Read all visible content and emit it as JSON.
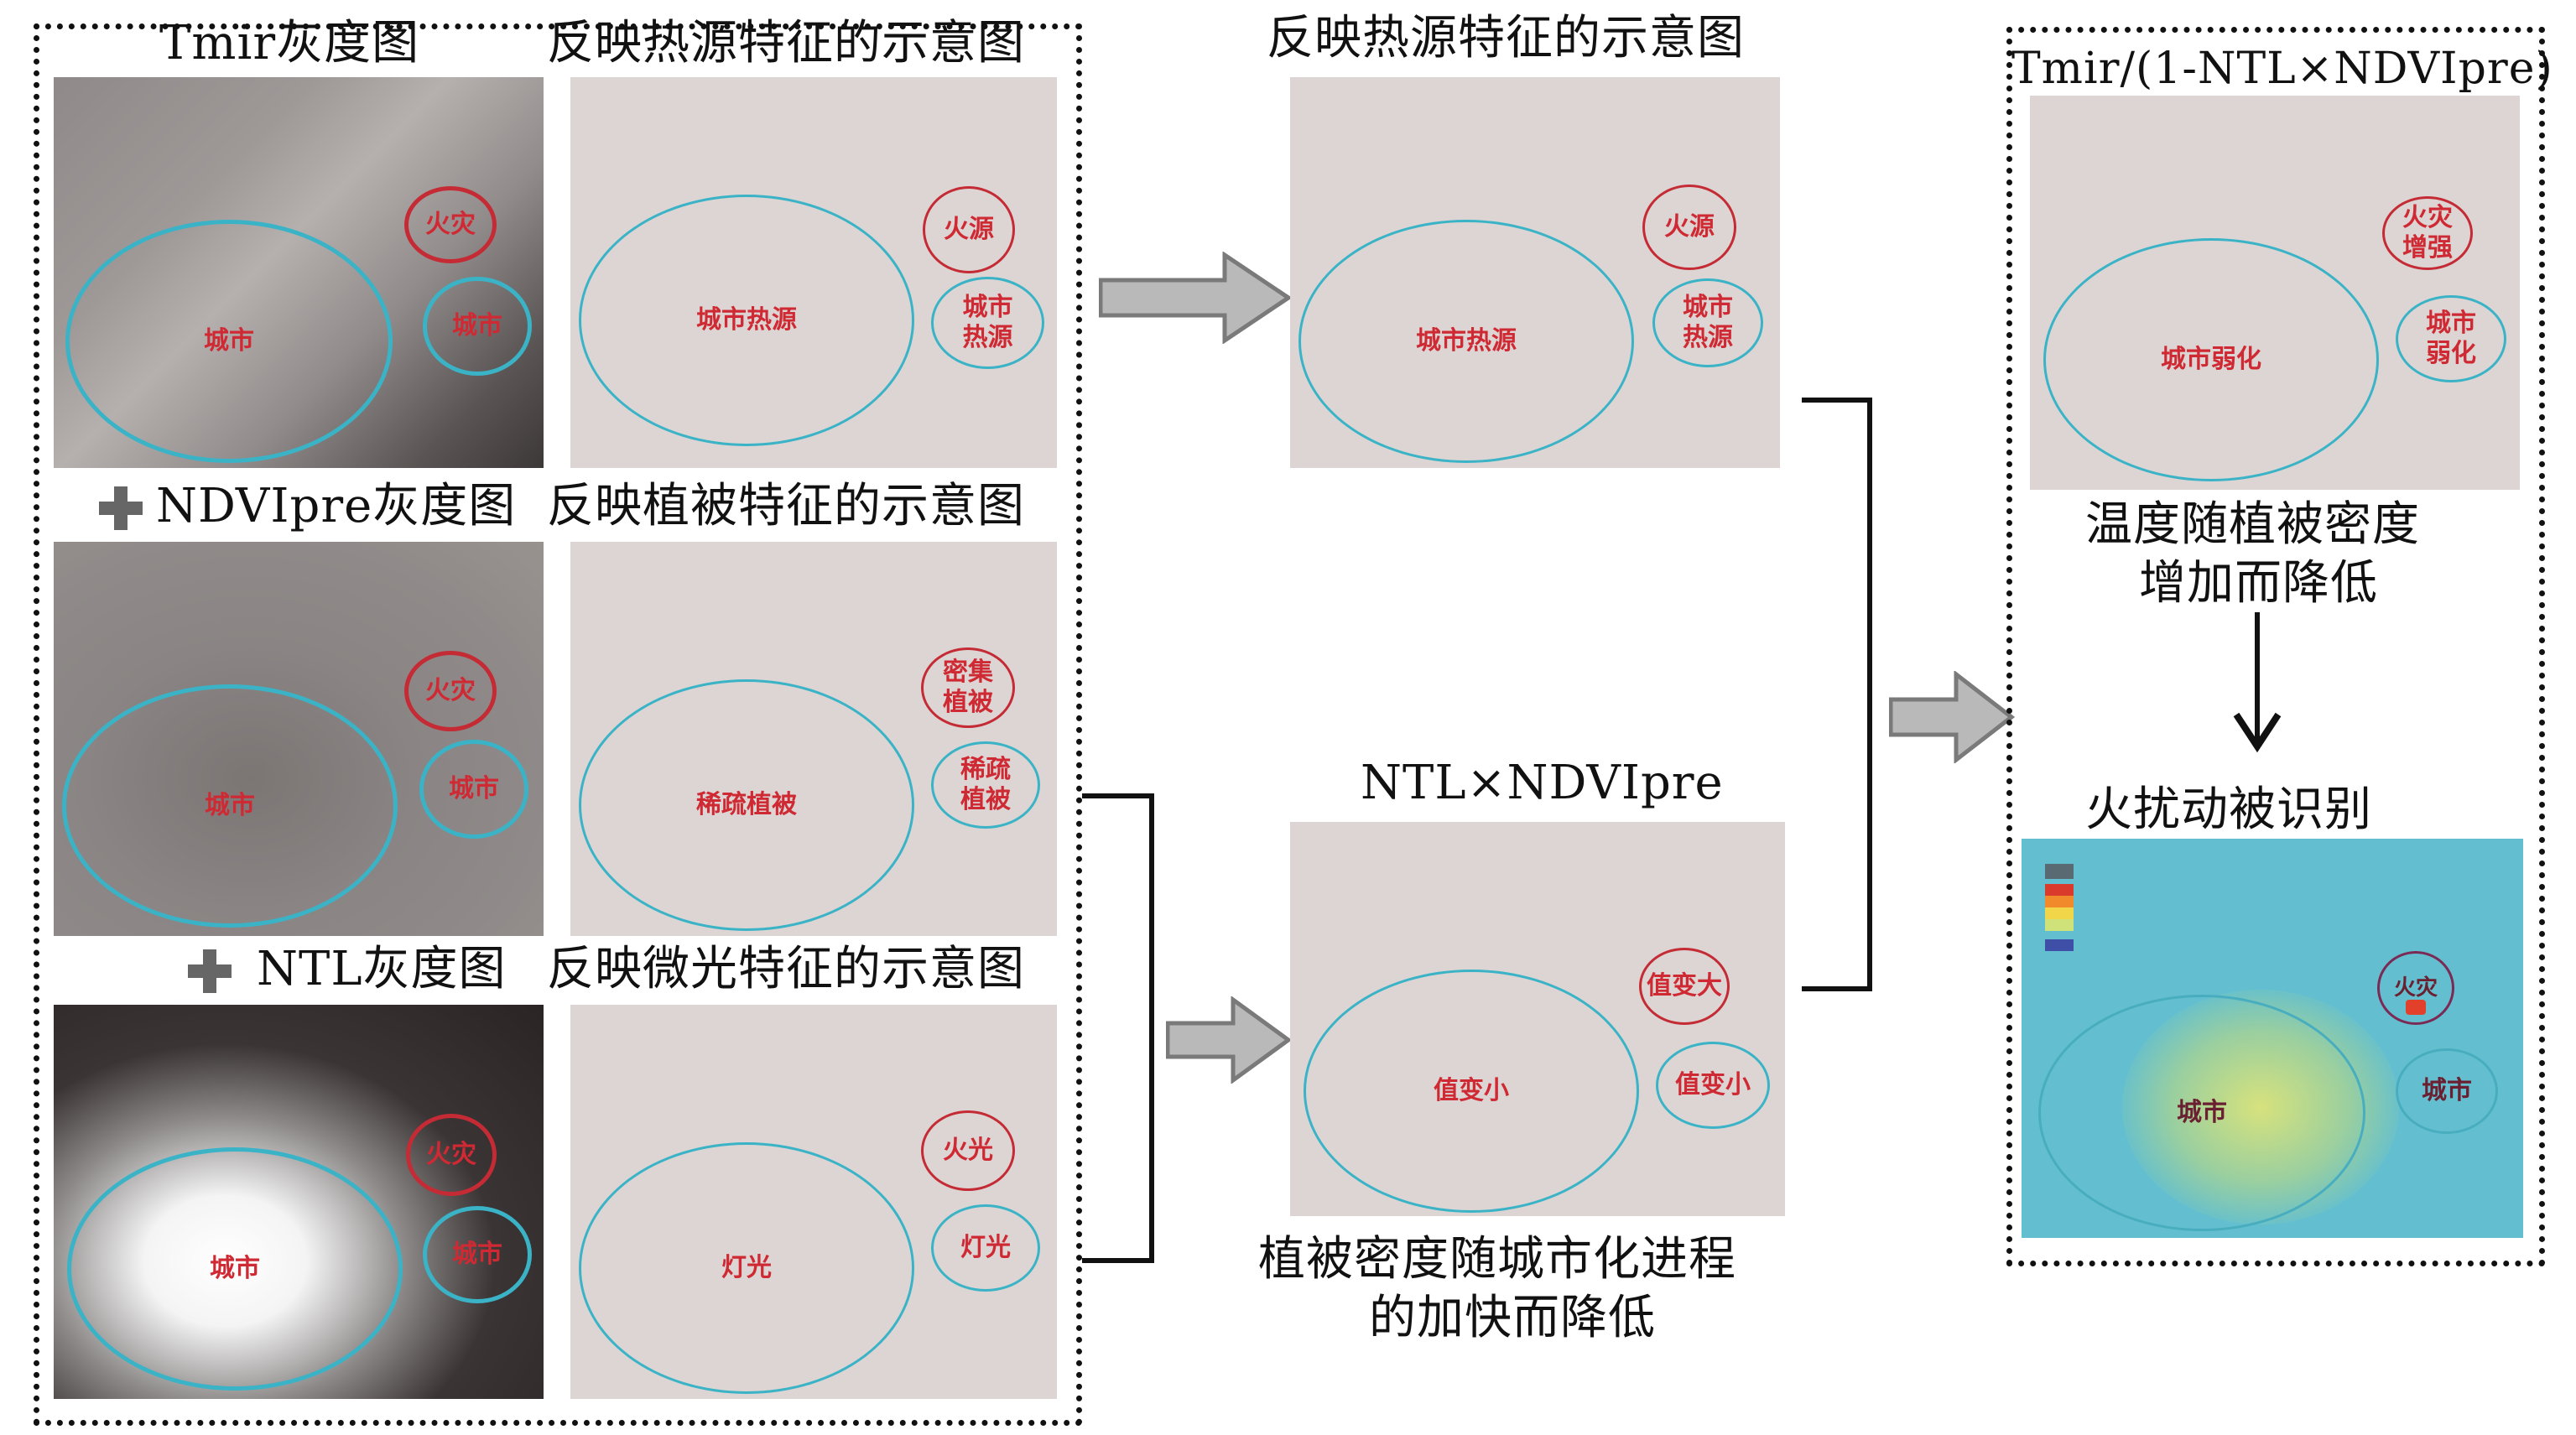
{
  "left_group": {
    "rows": [
      {
        "gray_label": "Tmir灰度图",
        "sketch_label": "反映热源特征的示意图",
        "gray_ellipses": {
          "big": "城市",
          "fire": "火灾",
          "small": "城市"
        },
        "sketch_ellipses": {
          "big": "城市热源",
          "fire": "火源",
          "small": "城市热源"
        }
      },
      {
        "gray_label": "NDVIpre灰度图",
        "sketch_label": "反映植被特征的示意图",
        "gray_ellipses": {
          "big": "城市",
          "fire": "火灾",
          "small": "城市"
        },
        "sketch_ellipses": {
          "big": "稀疏植被",
          "fire": "密集植被",
          "small": "稀疏植被"
        }
      },
      {
        "gray_label": "NTL灰度图",
        "sketch_label": "反映微光特征的示意图",
        "gray_ellipses": {
          "big": "城市",
          "fire": "火灾",
          "small": "城市"
        },
        "sketch_ellipses": {
          "big": "灯光",
          "fire": "火光",
          "small": "灯光"
        }
      }
    ],
    "operators": [
      "plus-icon",
      "plus-icon"
    ]
  },
  "middle": {
    "top": {
      "title": "反映热源特征的示意图",
      "ellipses": {
        "big": "城市热源",
        "fire": "火源",
        "small": "城市热源"
      }
    },
    "bottom": {
      "title": "NTL×NDVIpre",
      "ellipses": {
        "big": "值变小",
        "fire": "值变大",
        "small": "值变小"
      },
      "caption_line1": "植被密度随城市化进程",
      "caption_line2": "的加快而降低"
    }
  },
  "right_group": {
    "title": "Tmir/(1-NTL×NDVIpre)",
    "ellipses": {
      "big": "城市弱化",
      "fire": "火灾增强",
      "small": "城市弱化"
    },
    "caption_line1": "温度随植被密度",
    "caption_line2": "增加而降低",
    "result_title": "火扰动被识别",
    "heatmap_ellipses": {
      "big": "城市",
      "fire": "火灾",
      "small": "城市"
    },
    "legend_colors": [
      "#d93a2b",
      "#f08a2a",
      "#f2d64a",
      "#cfe27a",
      "#3f4fa8"
    ]
  },
  "colors": {
    "cyan_outline": "#3bb3c7",
    "red_outline": "#c42b35",
    "label_red": "#cf2a34",
    "sketch_bg": "#dcd5d3",
    "heatmap_bg": "#63bfcf",
    "arrow_fill": "#b9b9b9"
  }
}
